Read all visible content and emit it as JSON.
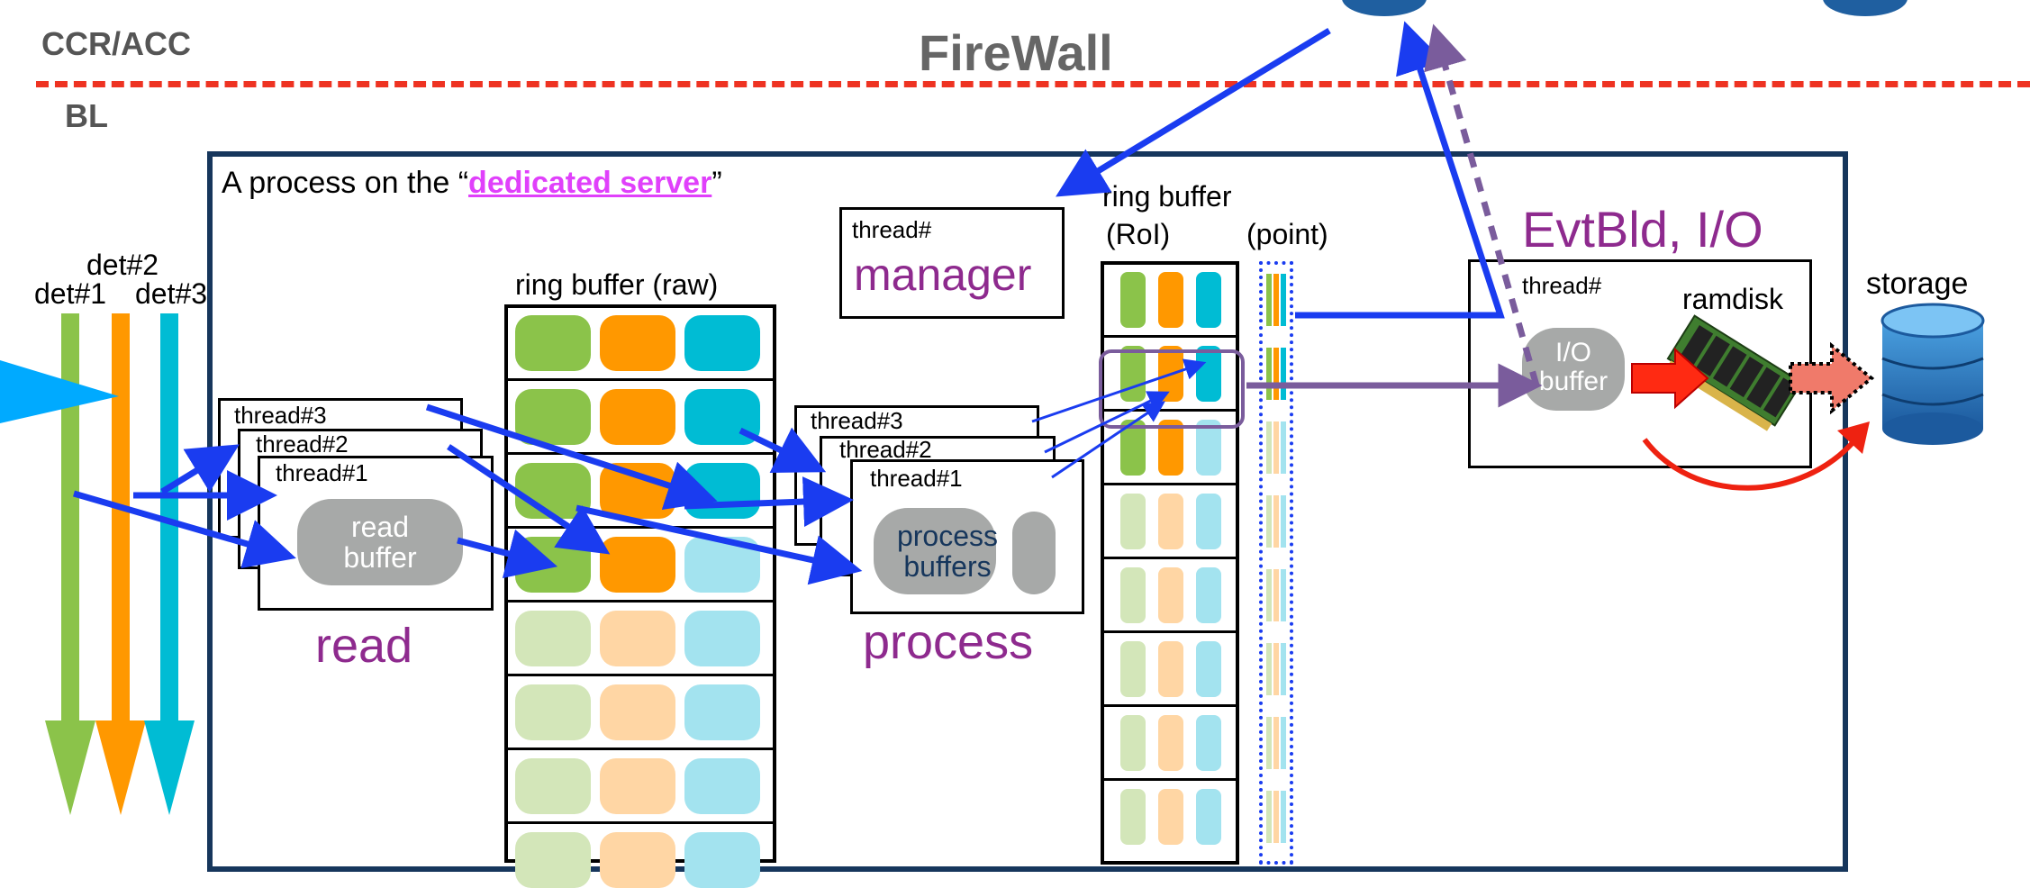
{
  "zones": {
    "upper": "CCR/ACC",
    "lower": "BL",
    "boundary": "FireWall"
  },
  "process_box": {
    "prefix": "A process on the “",
    "highlight": "dedicated server",
    "suffix": "”"
  },
  "detectors": {
    "det1": "det#1",
    "det2": "det#2",
    "det3": "det#3"
  },
  "read_stage": {
    "threads": [
      "thread#3",
      "thread#2",
      "thread#1"
    ],
    "buffer": [
      "read",
      "buffer"
    ],
    "caption": "read"
  },
  "ring_raw": {
    "title": "ring buffer (raw)"
  },
  "process_stage": {
    "threads": [
      "thread#3",
      "thread#2",
      "thread#1"
    ],
    "buffer": [
      "process",
      "buffers"
    ],
    "caption": "process"
  },
  "manager": {
    "thread": "thread#",
    "name": "manager"
  },
  "ring_roi": {
    "title": "ring buffer",
    "roi": "(RoI)",
    "point": "(point)"
  },
  "evtbld": {
    "title": "EvtBld, I/O",
    "thread": "thread#",
    "ramdisk": "ramdisk",
    "buffer": [
      "I/O",
      "buffer"
    ]
  },
  "storage": {
    "label": "storage"
  },
  "colors": {
    "green": "#8bc34a",
    "orange": "#ff9800",
    "cyan": "#00bcd4",
    "green_light": "#d3e6b9",
    "orange_light": "#ffd6a4",
    "cyan_light": "#a3e3ef",
    "firewall_line": "#ee3322",
    "arrow_blue": "#1a3cf0",
    "arrow_purple": "#7a5c9c",
    "frame_navy": "#16365c",
    "highlight_pink": "#e040fb",
    "stage_purple": "#8e2a8e"
  }
}
